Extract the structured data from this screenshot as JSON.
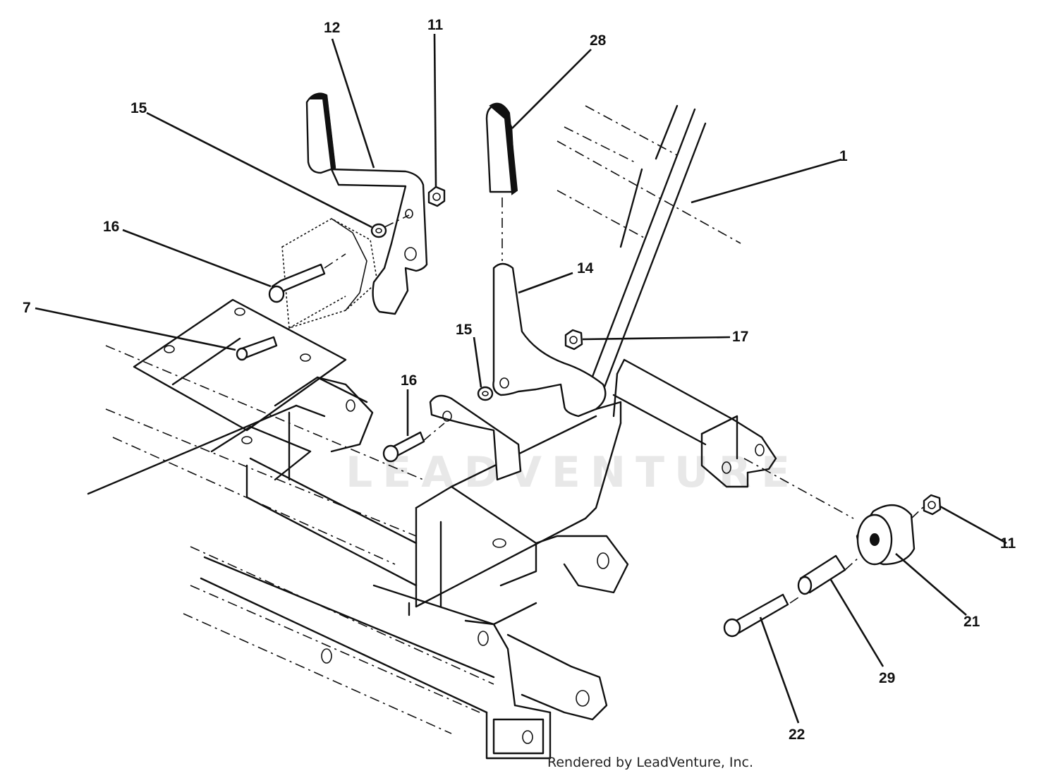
{
  "callouts": [
    {
      "id": "c12",
      "label": "12"
    },
    {
      "id": "c11a",
      "label": "11"
    },
    {
      "id": "c28",
      "label": "28"
    },
    {
      "id": "c15a",
      "label": "15"
    },
    {
      "id": "c1",
      "label": "1"
    },
    {
      "id": "c16a",
      "label": "16"
    },
    {
      "id": "c14",
      "label": "14"
    },
    {
      "id": "c7",
      "label": "7"
    },
    {
      "id": "c15b",
      "label": "15"
    },
    {
      "id": "c17",
      "label": "17"
    },
    {
      "id": "c16b",
      "label": "16"
    },
    {
      "id": "c11b",
      "label": "11"
    },
    {
      "id": "c21",
      "label": "21"
    },
    {
      "id": "c29",
      "label": "29"
    },
    {
      "id": "c22",
      "label": "22"
    }
  ],
  "watermark": "LEADVENTURE",
  "footer": "Rendered by LeadVenture, Inc."
}
